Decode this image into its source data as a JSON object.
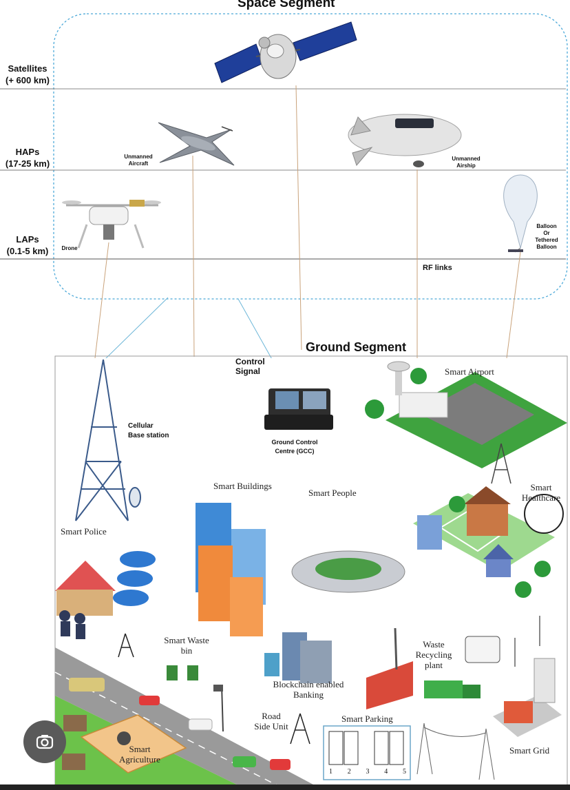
{
  "space_segment": {
    "title": "Space Segment",
    "layers": [
      {
        "label": "Satellites\n(+ 600 km)"
      },
      {
        "label": "HAPs\n(17-25 km)"
      },
      {
        "label": "LAPs\n(0.1-5 km)"
      }
    ],
    "platforms": {
      "unmanned_aircraft": "Unmanned\nAircraft",
      "unmanned_airship": "Unmanned\nAirship",
      "drone": "Drone",
      "balloon": "Balloon\nOr\nTethered\nBalloon"
    },
    "rf_links": "RF links"
  },
  "ground_segment": {
    "title": "Ground Segment",
    "control_signal": "Control\nSignal",
    "cellular_base_station": "Cellular\nBase station",
    "gcc": "Ground Control\nCentre (GCC)",
    "smart_airport": "Smart Airport",
    "smart_buildings": "Smart Buildings",
    "smart_people": "Smart People",
    "smart_healthcare": "Smart\nHealthcare",
    "smart_police": "Smart Police",
    "smart_waste_bin": "Smart Waste\nbin",
    "waste_recycling_plant": "Waste\nRecycling\nplant",
    "blockchain_banking": "Blockchain enabled\nBanking",
    "road_side_unit": "Road\nSide Unit",
    "smart_parking": "Smart Parking",
    "parking_slots": [
      "1",
      "2",
      "3",
      "4",
      "5"
    ],
    "smart_agriculture": "Smart\nAgriculture",
    "smart_grid": "Smart Grid"
  },
  "colors": {
    "dashed_border": "#4aa8d8",
    "satellite_panel": "#1f3f9a",
    "building_orange": "#f08a3c",
    "building_blue": "#3f8ad6",
    "grass": "#6cc24a",
    "road": "#9a9a9a",
    "car_red": "#e23a3a",
    "car_blue": "#2e78d0"
  },
  "icons": {
    "overlay_button": "lens-icon"
  }
}
